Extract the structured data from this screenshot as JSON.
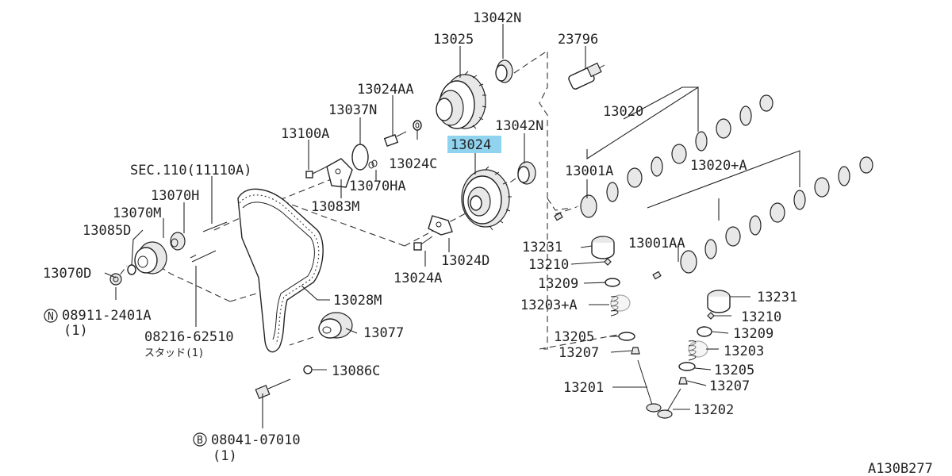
{
  "figure_code": "A130B277",
  "highlighted_part": "13024",
  "part_labels": {
    "p13042N_top": "13042N",
    "p23796": "23796",
    "p13025": "13025",
    "p13024AA": "13024AA",
    "p13037N": "13037N",
    "p13020": "13020",
    "p13042N_mid": "13042N",
    "p13024": "13024",
    "p13100A": "13100A",
    "p13024C": "13024C",
    "p13001A": "13001A",
    "p13020A": "13020+A",
    "sec110": "SEC.110(11110A)",
    "p13070HA": "13070HA",
    "p13070H": "13070H",
    "p13083M": "13083M",
    "p13070M": "13070M",
    "p13085D": "13085D",
    "p13231_l": "13231",
    "p13001AA": "13001AA",
    "p13024D": "13024D",
    "p13210_l": "13210",
    "p13070D": "13070D",
    "p13024A": "13024A",
    "p13209_l": "13209",
    "p13028M": "13028M",
    "p13231_r": "13231",
    "p13203A": "13203+A",
    "p08911": "08911-2401A",
    "p08911_qty": "(1)",
    "p13210_r": "13210",
    "p13077": "13077",
    "p13209_r": "13209",
    "p13205_l": "13205",
    "p08216": "08216-62510",
    "p08216_qty": "スタッド(1)",
    "p13207_l": "13207",
    "p13203_r": "13203",
    "p13086C": "13086C",
    "p13205_r": "13205",
    "p13201": "13201",
    "p13207_r": "13207",
    "p13202": "13202",
    "p08041": "08041-07010",
    "p08041_qty": "(1)"
  },
  "callout_symbols": {
    "nut_symbol": "N",
    "bolt_symbol": "B"
  }
}
